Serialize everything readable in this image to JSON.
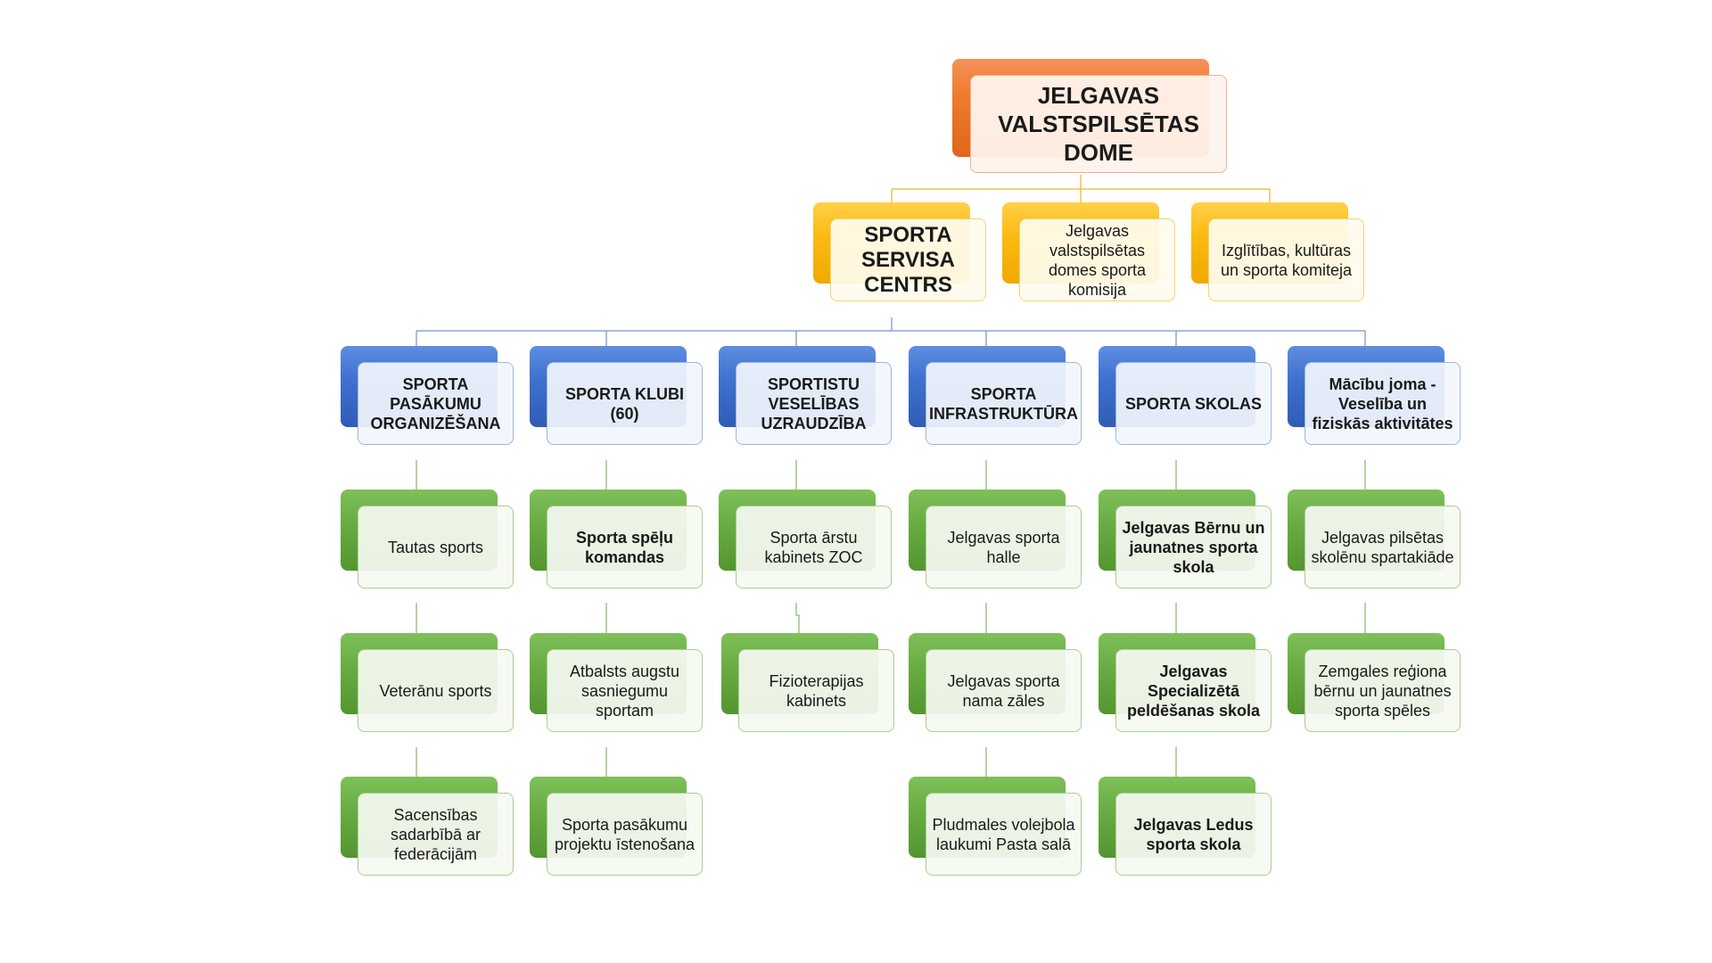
{
  "colors": {
    "orange": "#ee7a2a",
    "yellow": "#fbbb13",
    "blue": "#3f72d0",
    "green": "#6aad44",
    "line_yellow": "#f2c14a",
    "line_blue": "#8aa5d6",
    "line_green": "#9cc685"
  },
  "root": {
    "label": "JELGAVAS VALSTSPILSĒTAS DOME"
  },
  "level1": [
    {
      "label": "SPORTA SERVISA CENTRS"
    },
    {
      "label": "Jelgavas valstspilsētas domes sporta komisija"
    },
    {
      "label": "Izglītības, kultūras un sporta komiteja"
    }
  ],
  "columns": [
    {
      "label": "SPORTA PASĀKUMU ORGANIZĒŠANA",
      "items": [
        {
          "label": "Tautas sports"
        },
        {
          "label": "Veterānu sports"
        },
        {
          "label": "Sacensības sadarbībā ar federācijām"
        }
      ]
    },
    {
      "label": "SPORTA KLUBI (60)",
      "items": [
        {
          "label": "Sporta spēļu komandas"
        },
        {
          "label": "Atbalsts augstu sasniegumu sportam"
        },
        {
          "label": "Sporta pasākumu projektu īstenošana"
        }
      ]
    },
    {
      "label": "SPORTISTU VESELĪBAS UZRAUDZĪBA",
      "items": [
        {
          "label": "Sporta ārstu kabinets ZOC"
        },
        {
          "label": "Fizioterapijas kabinets"
        }
      ]
    },
    {
      "label": "SPORTA INFRASTRUKTŪRA",
      "items": [
        {
          "label": "Jelgavas sporta halle"
        },
        {
          "label": "Jelgavas sporta nama zāles"
        },
        {
          "label": "Pludmales volejbola laukumi Pasta salā"
        }
      ]
    },
    {
      "label": "SPORTA SKOLAS",
      "items": [
        {
          "label": "Jelgavas Bērnu un jaunatnes sporta skola"
        },
        {
          "label": "Jelgavas Specializētā peldēšanas skola"
        },
        {
          "label": "Jelgavas Ledus sporta skola"
        }
      ]
    },
    {
      "label": "Mācību joma - Veselība un fiziskās aktivitātes",
      "items": [
        {
          "label": "Jelgavas pilsētas skolēnu spartakiāde"
        },
        {
          "label": "Zemgales reģiona bērnu un jaunatnes sporta spēles"
        }
      ]
    }
  ]
}
